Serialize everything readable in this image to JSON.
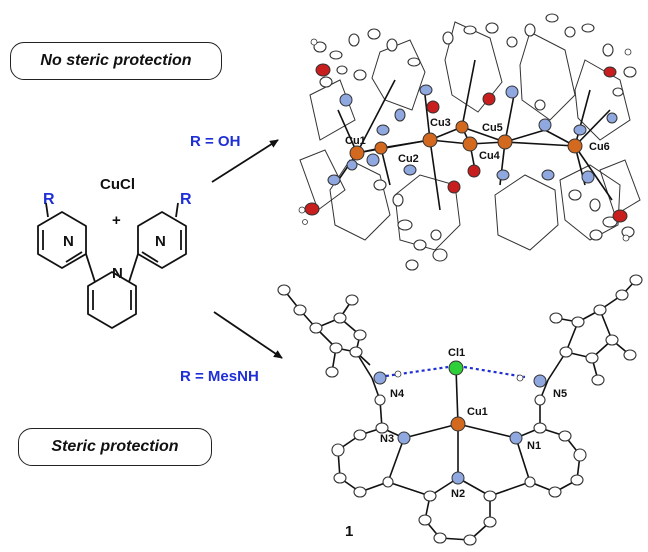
{
  "panels": {
    "no_protection_label": "No steric protection",
    "steric_label": "Steric protection"
  },
  "reaction": {
    "reagent": "CuCl",
    "plus": "+",
    "cond_oh": "R = OH",
    "cond_mesnh": "R = MesNH",
    "r_left": "R",
    "r_right": "R",
    "n_labels": [
      "N",
      "N",
      "N"
    ]
  },
  "top_structure": {
    "atom_labels": [
      "Cu1",
      "Cu2",
      "Cu3",
      "Cu4",
      "Cu5",
      "Cu6"
    ]
  },
  "bottom_structure": {
    "atom_labels": [
      "Cl1",
      "N4",
      "N5",
      "Cu1",
      "N3",
      "N1",
      "N2"
    ],
    "compound_number": "1"
  },
  "colors": {
    "copper": "#d2691e",
    "nitrogen": "#8fa8e0",
    "oxygen": "#c81e1e",
    "chlorine": "#2fcf3a",
    "hbond": "#1f2fd6",
    "condition_text": "#1f2fd6"
  }
}
